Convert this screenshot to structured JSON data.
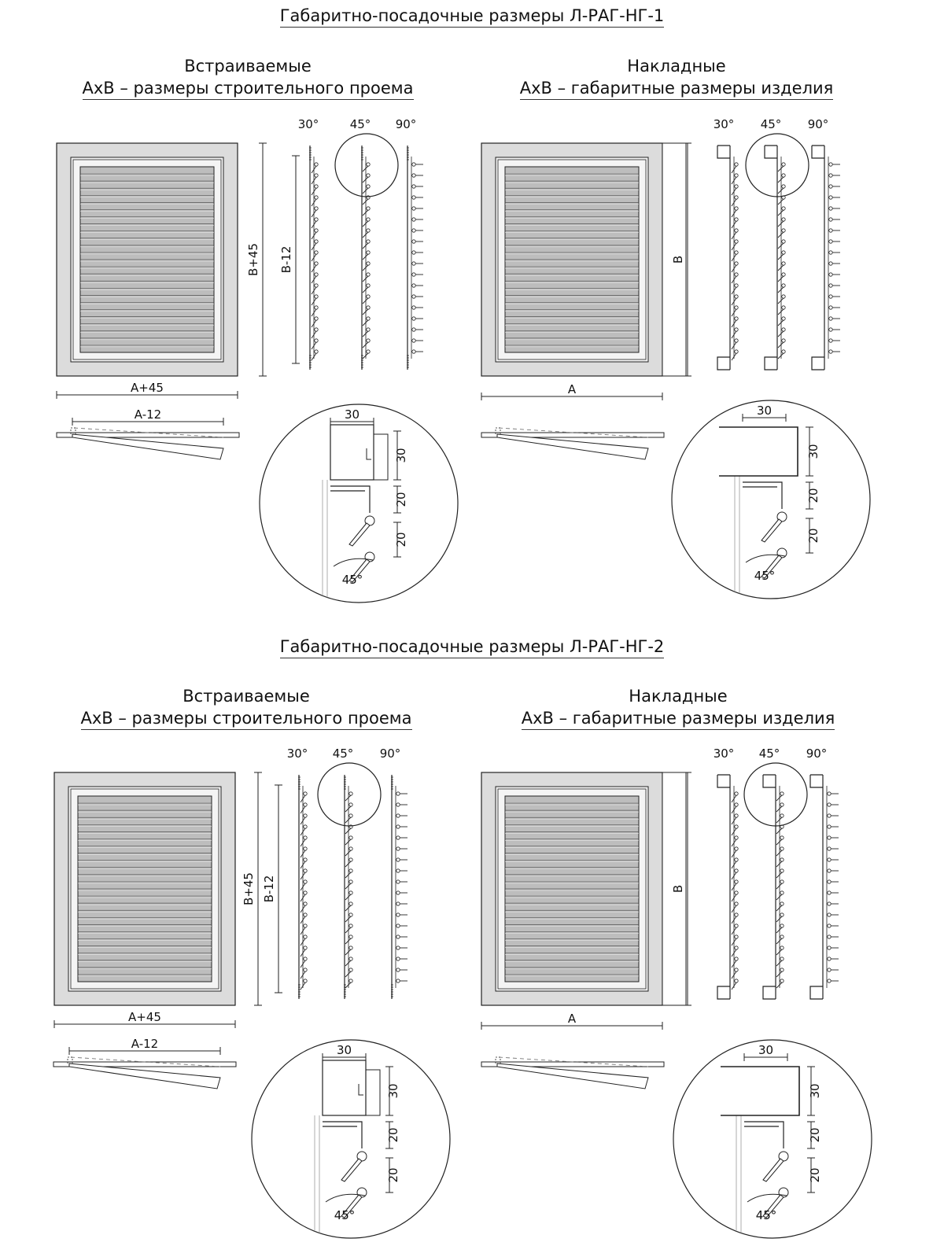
{
  "sections": [
    {
      "title": "Габаритно-посадочные размеры Л-РАГ-НГ-1",
      "flush": {
        "title": "Встраиваемые",
        "subtitle": "АхВ – размеры строительного проема",
        "width_dim": "A+45",
        "height_dim": "B+45",
        "inner_height_dim": "B-12",
        "side_width_dim": "A-12"
      },
      "overlay": {
        "title": "Накладные",
        "subtitle": "АхВ – габаритные размеры изделия",
        "width_dim": "A",
        "height_dim": "B"
      },
      "angles": [
        "30°",
        "45°",
        "90°"
      ],
      "detail_flush": {
        "frame_width": "30",
        "frame_height": "30",
        "pitch_1": "20",
        "pitch_2": "20",
        "angle": "45°"
      },
      "detail_overlay": {
        "frame_width": "30",
        "frame_height": "30",
        "pitch_1": "20",
        "pitch_2": "20",
        "angle": "45°"
      }
    },
    {
      "title": "Габаритно-посадочные размеры Л-РАГ-НГ-2",
      "flush": {
        "title": "Встраиваемые",
        "subtitle": "АхВ – размеры строительного проема",
        "width_dim": "A+45",
        "height_dim": "B+45",
        "inner_height_dim": "B-12",
        "side_width_dim": "A-12"
      },
      "overlay": {
        "title": "Накладные",
        "subtitle": "АхВ – габаритные размеры изделия",
        "width_dim": "A",
        "height_dim": "B"
      },
      "angles": [
        "30°",
        "45°",
        "90°"
      ],
      "detail_flush": {
        "frame_width": "30",
        "frame_height": "30",
        "pitch_1": "20",
        "pitch_2": "20",
        "angle": "45°"
      },
      "detail_overlay": {
        "frame_width": "30",
        "frame_height": "30",
        "pitch_1": "20",
        "pitch_2": "20",
        "angle": "45°"
      }
    }
  ],
  "colors": {
    "frame_fill": "#dcdcdc",
    "slat_fill": "#bdbdbd",
    "line": "#222222",
    "hidden_line": "#777777"
  }
}
